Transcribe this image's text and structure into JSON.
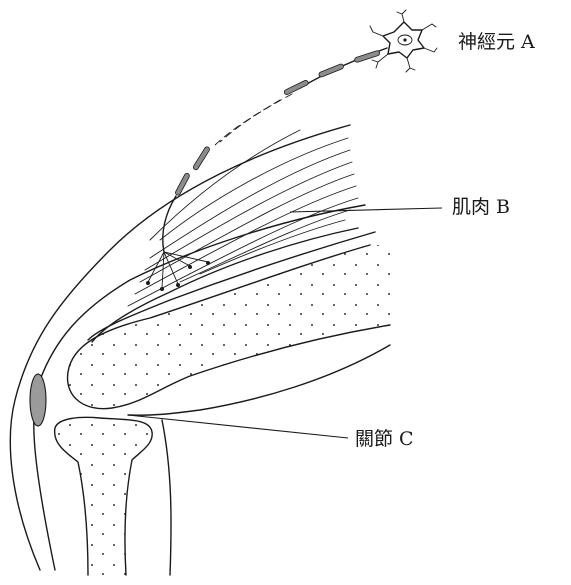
{
  "labels": {
    "neuron": "神經元 A",
    "muscle": "肌肉 B",
    "joint": "關節 C"
  },
  "colors": {
    "ink": "#1a1a1a",
    "myelin": "#8c8c8c",
    "kneecap": "#9a9a9a"
  }
}
